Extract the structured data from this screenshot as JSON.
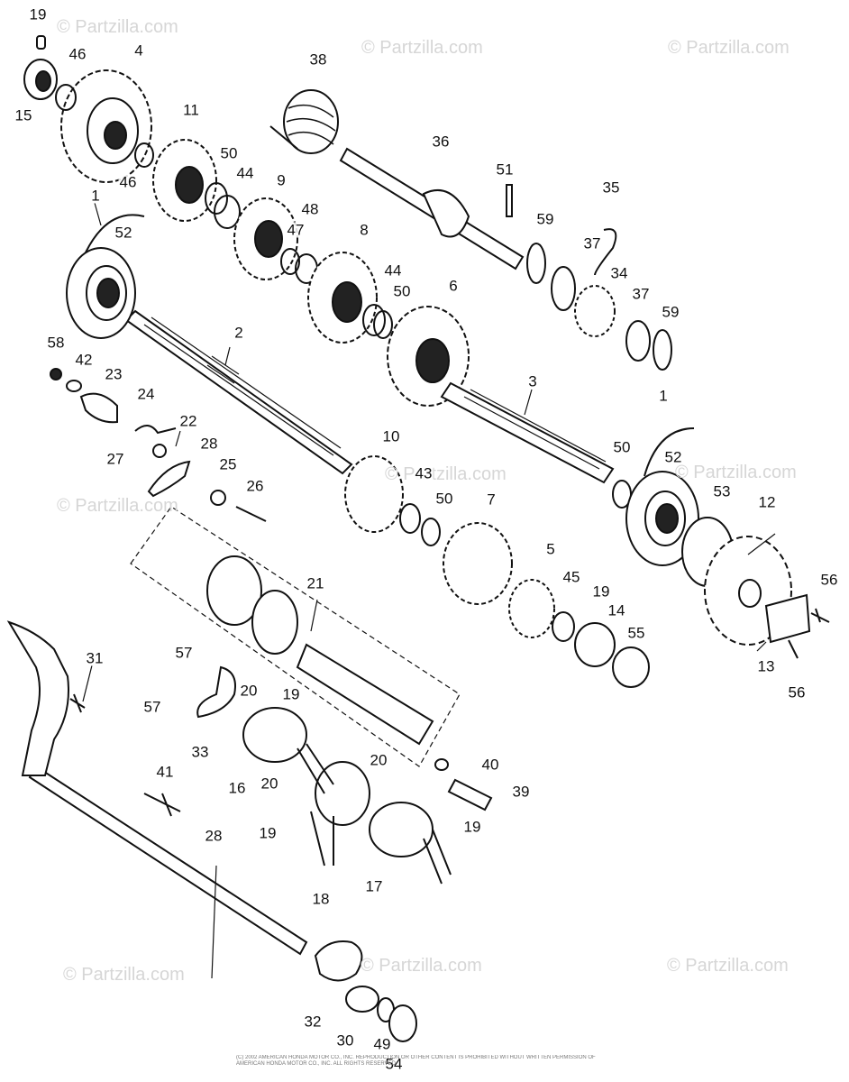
{
  "watermarks": [
    {
      "text": "© Partzilla.com"
    },
    {
      "text": "© Partzilla.com"
    },
    {
      "text": "© Partzilla.com"
    },
    {
      "text": "© Partzilla.com"
    },
    {
      "text": "© Partzilla.com"
    },
    {
      "text": "© Partzilla.com"
    },
    {
      "text": "© Partzilla.com"
    },
    {
      "text": "© Partzilla.com"
    },
    {
      "text": "© Partzilla.com"
    }
  ],
  "labels": [
    "19",
    "46",
    "4",
    "15",
    "46",
    "11",
    "50",
    "44",
    "9",
    "48",
    "47",
    "38",
    "36",
    "51",
    "35",
    "59",
    "37",
    "34",
    "37",
    "59",
    "1",
    "52",
    "8",
    "44",
    "50",
    "6",
    "58",
    "42",
    "23",
    "24",
    "2",
    "3",
    "1",
    "50",
    "52",
    "53",
    "12",
    "22",
    "28",
    "27",
    "25",
    "26",
    "10",
    "43",
    "50",
    "7",
    "5",
    "45",
    "19",
    "14",
    "55",
    "56",
    "13",
    "56",
    "21",
    "31",
    "57",
    "57",
    "20",
    "19",
    "33",
    "16",
    "20",
    "20",
    "40",
    "39",
    "41",
    "19",
    "19",
    "18",
    "17",
    "28",
    "32",
    "30",
    "49",
    "54"
  ],
  "copyright_text": "(C) 2002 AMERICAN HONDA MOTOR CO., INC. REPRODUCTION OR OTHER CONTENT IS PROHIBITED WITHOUT WRITTEN PERMISSION OF AMERICAN HONDA MOTOR CO., INC. ALL RIGHTS RESERVED."
}
